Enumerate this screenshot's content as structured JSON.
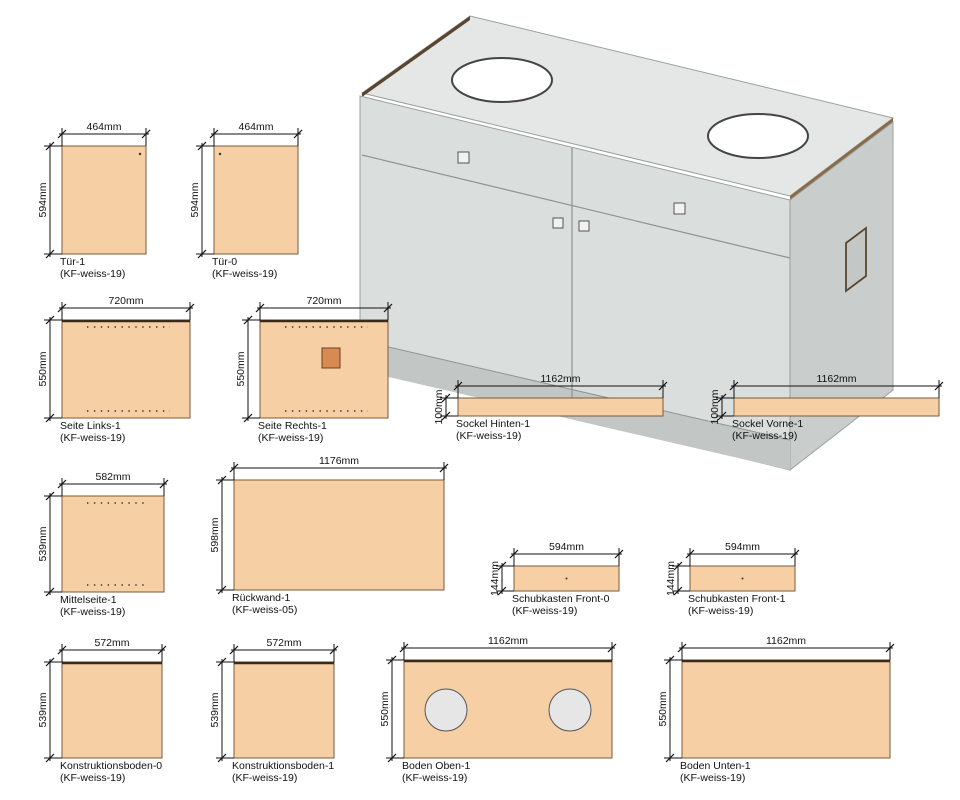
{
  "parts": [
    {
      "id": "tuer-1",
      "name": "Tür-1",
      "material": "(KF-weiss-19)",
      "width": "464mm",
      "height": "594mm"
    },
    {
      "id": "tuer-0",
      "name": "Tür-0",
      "material": "(KF-weiss-19)",
      "width": "464mm",
      "height": "594mm"
    },
    {
      "id": "seite-links-1",
      "name": "Seite Links-1",
      "material": "(KF-weiss-19)",
      "width": "720mm",
      "height": "550mm"
    },
    {
      "id": "seite-rechts-1",
      "name": "Seite Rechts-1",
      "material": "(KF-weiss-19)",
      "width": "720mm",
      "height": "550mm"
    },
    {
      "id": "sockel-hinten-1",
      "name": "Sockel Hinten-1",
      "material": "(KF-weiss-19)",
      "width": "1162mm",
      "height": "100mm"
    },
    {
      "id": "sockel-vorne-1",
      "name": "Sockel Vorne-1",
      "material": "(KF-weiss-19)",
      "width": "1162mm",
      "height": "100mm"
    },
    {
      "id": "mittelseite-1",
      "name": "Mittelseite-1",
      "material": "(KF-weiss-19)",
      "width": "582mm",
      "height": "539mm"
    },
    {
      "id": "rueckwand-1",
      "name": "Rückwand-1",
      "material": "(KF-weiss-05)",
      "width": "1176mm",
      "height": "598mm"
    },
    {
      "id": "schubkasten-front-0",
      "name": "Schubkasten Front-0",
      "material": "(KF-weiss-19)",
      "width": "594mm",
      "height": "144mm"
    },
    {
      "id": "schubkasten-front-1",
      "name": "Schubkasten Front-1",
      "material": "(KF-weiss-19)",
      "width": "594mm",
      "height": "144mm"
    },
    {
      "id": "konstruktionsboden-0",
      "name": "Konstruktionsboden-0",
      "material": "(KF-weiss-19)",
      "width": "572mm",
      "height": "539mm"
    },
    {
      "id": "konstruktionsboden-1",
      "name": "Konstruktionsboden-1",
      "material": "(KF-weiss-19)",
      "width": "572mm",
      "height": "539mm"
    },
    {
      "id": "boden-oben-1",
      "name": "Boden Oben-1",
      "material": "(KF-weiss-19)",
      "width": "1162mm",
      "height": "550mm"
    },
    {
      "id": "boden-unten-1",
      "name": "Boden Unten-1",
      "material": "(KF-weiss-19)",
      "width": "1162mm",
      "height": "550mm"
    }
  ],
  "colors": {
    "panel": "#f6d0a4",
    "cabinet_front": "#dadedd",
    "cabinet_side": "#c9cdcc",
    "edge_band": "#3a2a1a"
  }
}
